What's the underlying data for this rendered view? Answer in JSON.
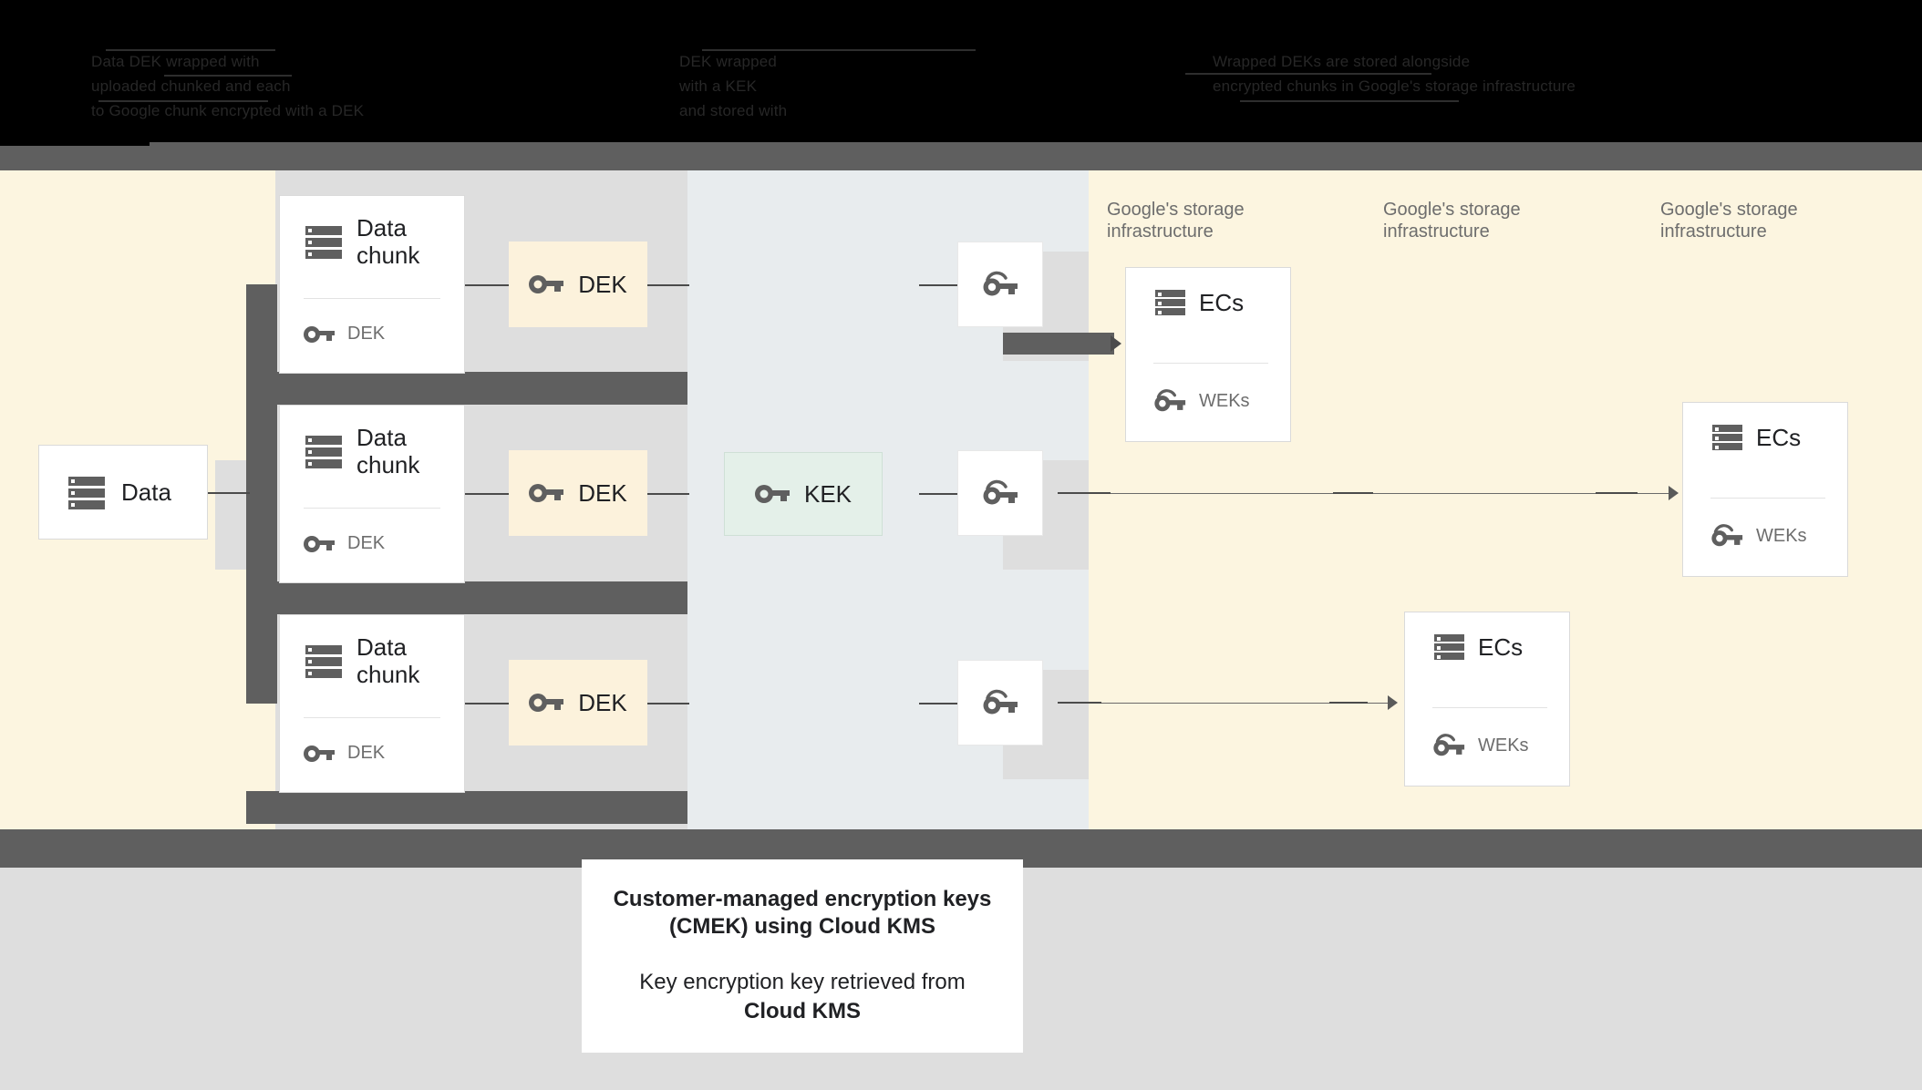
{
  "header": {
    "obscured": true,
    "note": "dark illegible caption text on black background",
    "lines": [
      {
        "col": 1,
        "row": 0,
        "text": "Data        DEK wrapped with"
      },
      {
        "col": 1,
        "row": 1,
        "text": "uploaded    chunked and each"
      },
      {
        "col": 1,
        "row": 2,
        "text": "to Google    chunk encrypted with a DEK"
      },
      {
        "col": 2,
        "row": 0,
        "text": "DEK wrapped"
      },
      {
        "col": 2,
        "row": 1,
        "text": "with a KEK"
      },
      {
        "col": 2,
        "row": 2,
        "text": "and stored with"
      },
      {
        "col": 3,
        "row": 0,
        "text": "Wrapped DEKs are stored alongside"
      },
      {
        "col": 3,
        "row": 1,
        "text": "encrypted chunks in Google's storage infrastructure"
      }
    ]
  },
  "diagram": {
    "data_card": {
      "label": "Data",
      "icon": "database-icon"
    },
    "chunks": [
      {
        "label": "Data chunk",
        "icon": "database-icon",
        "key_icon": "key-icon",
        "key_label": "DEK"
      },
      {
        "label": "Data chunk",
        "icon": "database-icon",
        "key_icon": "key-icon",
        "key_label": "DEK"
      },
      {
        "label": "Data chunk",
        "icon": "database-icon",
        "key_icon": "key-icon",
        "key_label": "DEK"
      }
    ],
    "deks": [
      {
        "label": "DEK",
        "icon": "key-icon"
      },
      {
        "label": "DEK",
        "icon": "key-icon"
      },
      {
        "label": "DEK",
        "icon": "key-icon"
      }
    ],
    "kek": {
      "label": "KEK",
      "icon": "key-icon"
    },
    "wrapped_keys": [
      {
        "icon": "wrapped-key-icon"
      },
      {
        "icon": "wrapped-key-icon"
      },
      {
        "icon": "wrapped-key-icon"
      }
    ],
    "storage_labels": [
      "Google's storage\ninfrastructure",
      "Google's storage\ninfrastructure",
      "Google's storage\ninfrastructure"
    ],
    "ec_cards": [
      {
        "label": "ECs",
        "icon": "database-icon",
        "key_icon": "wrapped-key-icon",
        "key_label": "WEKs"
      },
      {
        "label": "ECs",
        "icon": "database-icon",
        "key_icon": "wrapped-key-icon",
        "key_label": "WEKs"
      },
      {
        "label": "ECs",
        "icon": "database-icon",
        "key_icon": "wrapped-key-icon",
        "key_label": "WEKs"
      }
    ]
  },
  "caption": {
    "title_line1": "Customer-managed encryption keys",
    "title_line2": "(CMEK) using Cloud KMS",
    "body_line1": "Key encryption key retrieved from",
    "body_line2": "Cloud KMS"
  },
  "colors": {
    "band_cream": "#fcf5e0",
    "band_gray": "#dedede",
    "band_blue": "#e8ecee",
    "dark_bar": "#5f5f5f",
    "dek_fill": "#fcf2dc",
    "kek_fill": "#e4f0e9",
    "icon_gray": "#5f5f5f",
    "text_dark": "#202124",
    "text_muted": "#6d6d6d",
    "header_black": "#000000"
  }
}
